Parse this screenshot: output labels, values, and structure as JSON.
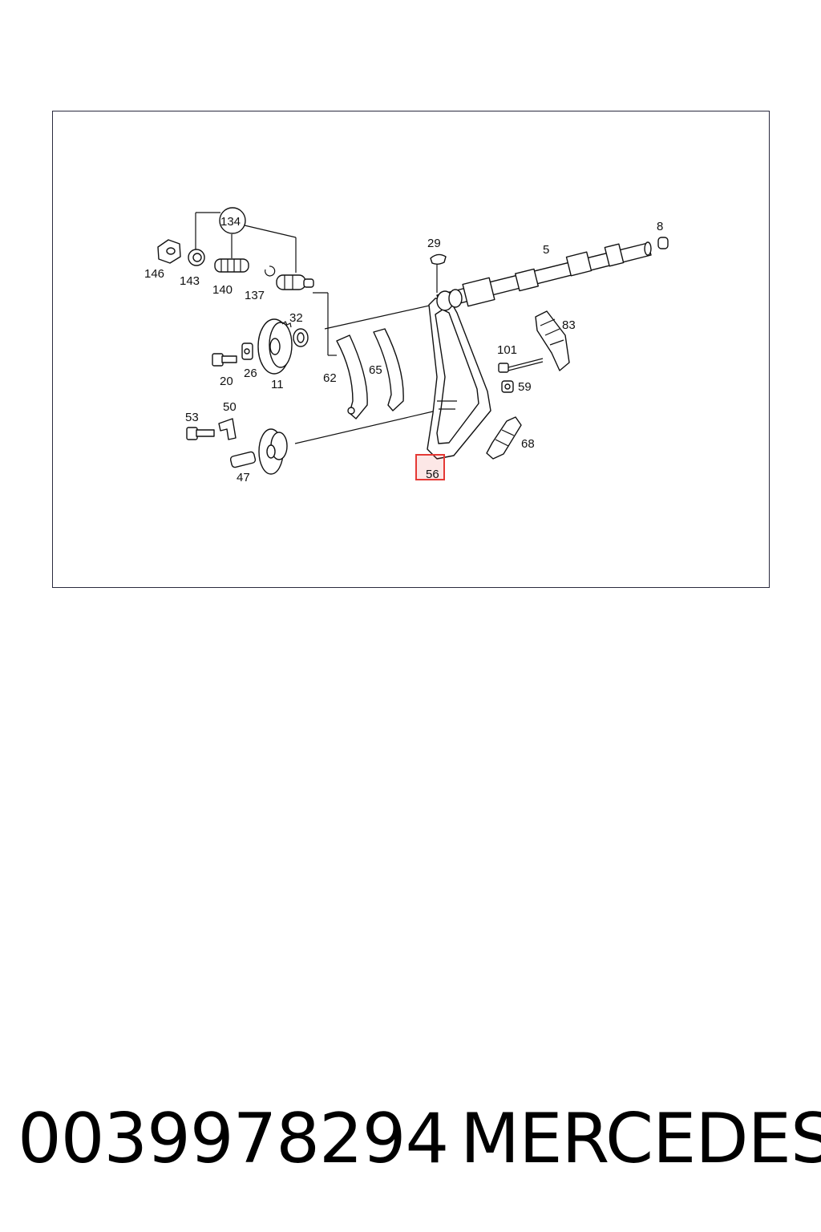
{
  "labels": {
    "l134": "134",
    "l146": "146",
    "l143": "143",
    "l140": "140",
    "l137": "137",
    "l32": "32",
    "l29": "29",
    "l5": "5",
    "l8": "8",
    "l83": "83",
    "l101": "101",
    "l59": "59",
    "l68": "68",
    "l62": "62",
    "l65": "65",
    "l20": "20",
    "l26": "26",
    "l11": "11",
    "l53": "53",
    "l50": "50",
    "l47": "47",
    "l56": "56"
  },
  "highlight": {
    "label": "56",
    "color": "#e53935"
  },
  "footer": {
    "part_number": "0039978294",
    "brand": "MERCEDES"
  }
}
